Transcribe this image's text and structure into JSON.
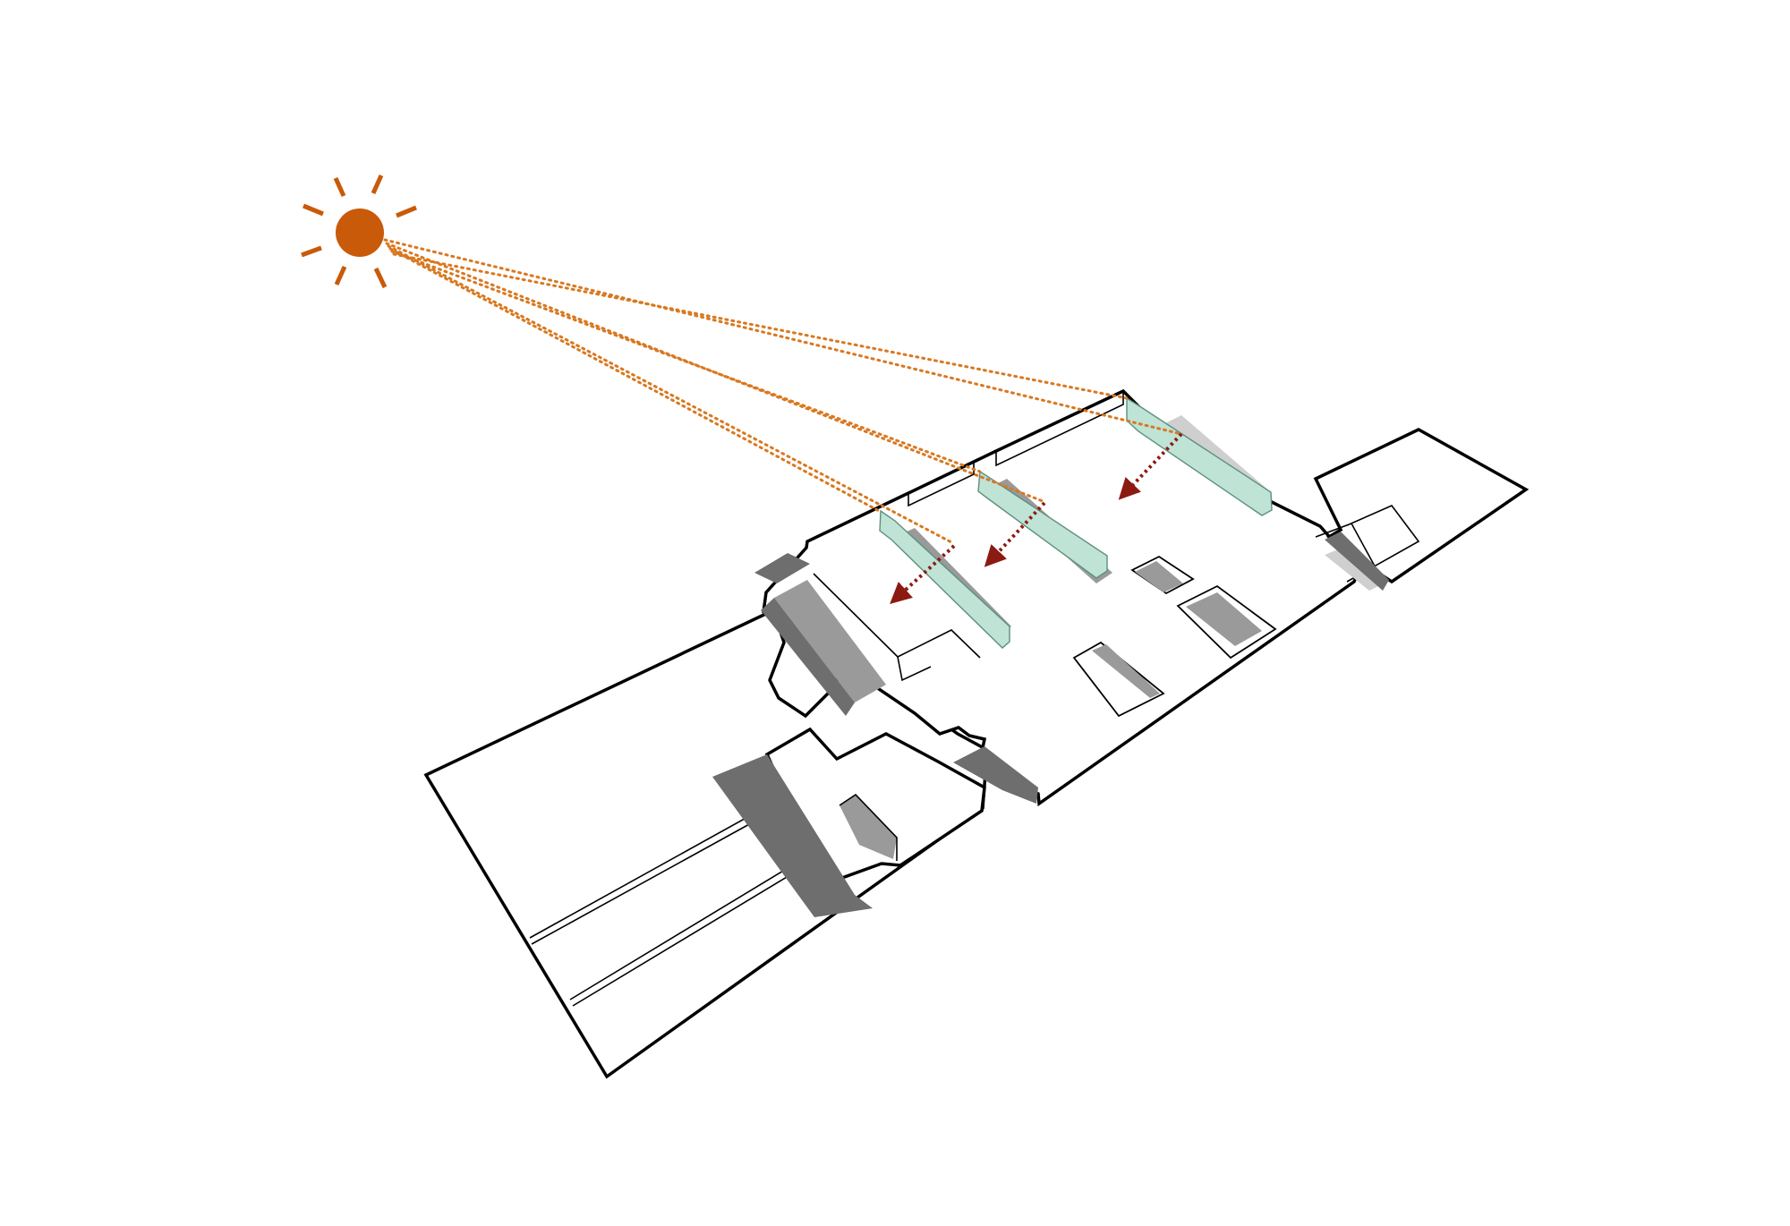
{
  "diagram": {
    "colors": {
      "sun": "#c85a0a",
      "sun_rays": "#c85a0a",
      "light_path": "#d9781f",
      "daylight_arrows": "#8b1a12",
      "glazing": "#bfe3d5",
      "shadow": "#6e6e6e"
    },
    "elements": {
      "sun": "sun-icon",
      "rays": "sun-ray-lines",
      "light_paths": 3,
      "clerestories": 3,
      "daylight_arrows": 3
    }
  }
}
